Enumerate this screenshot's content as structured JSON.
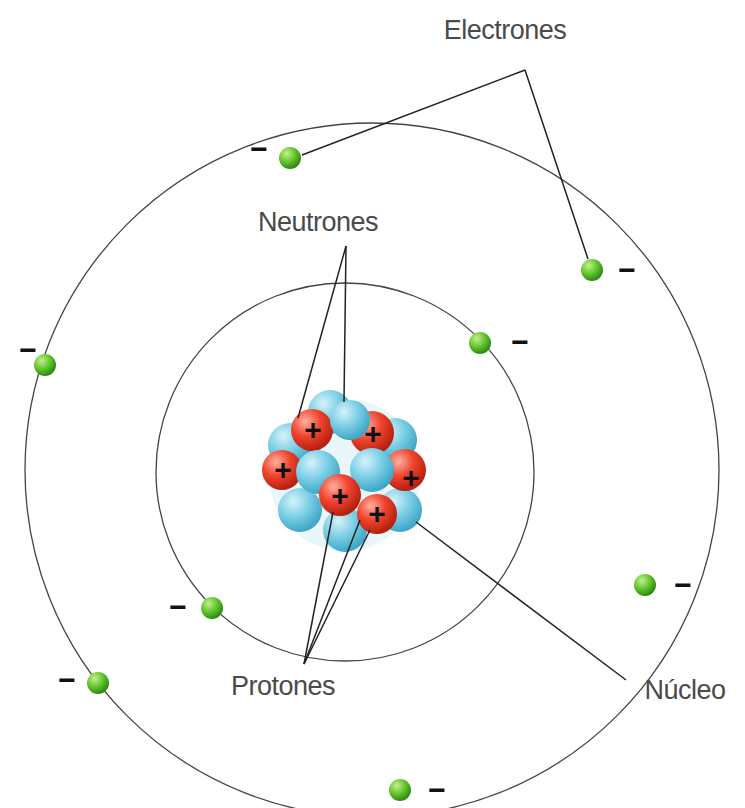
{
  "diagram": {
    "labels": [
      "Electrones",
      "Neutrones",
      "Protones",
      "Núcleo",
      "−",
      "−",
      "−",
      "−",
      "−",
      "−",
      "−",
      "−",
      "+",
      "+",
      "+",
      "+",
      "+",
      "+"
    ]
  }
}
